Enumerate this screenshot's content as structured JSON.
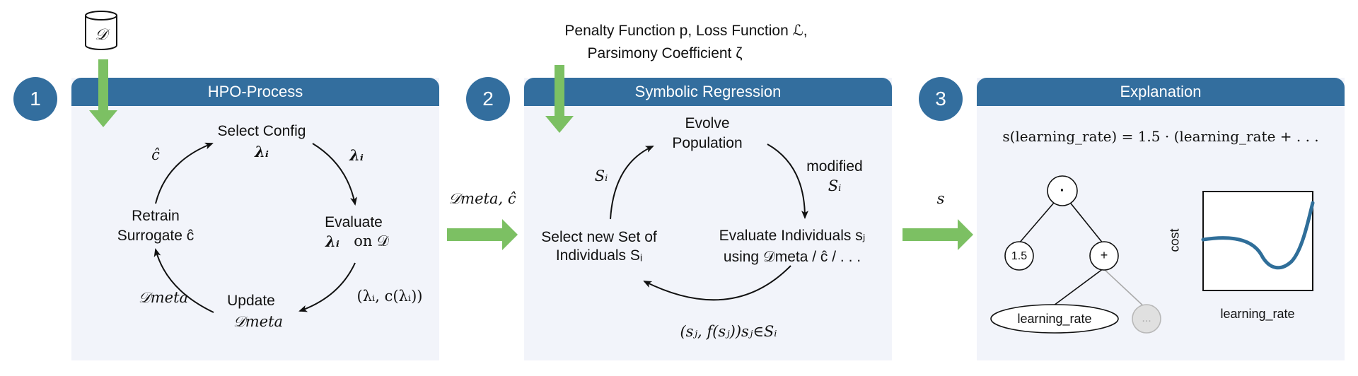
{
  "steps": [
    "1",
    "2",
    "3"
  ],
  "top_inputs": {
    "dataset_symbol": "𝒟",
    "sr_input_line1": "Penalty Function p, Loss Function ℒ,",
    "sr_input_line2": "Parsimony Coefficient ζ"
  },
  "panels": {
    "hpo": {
      "title": "HPO-Process",
      "select_config": "Select Config",
      "select_config_sym": "λᵢ",
      "arrow_lambda": "λᵢ",
      "evaluate": "Evaluate",
      "evaluate_sym": "λᵢ",
      "evaluate_on": "on 𝒟",
      "eval_output": "(λᵢ, c(λᵢ))",
      "update": "Update",
      "update_sym": "𝒟meta",
      "arrow_dmeta": "𝒟meta",
      "retrain": "Retrain",
      "retrain_line2": "Surrogate ĉ",
      "arrow_chat": "ĉ"
    },
    "sr": {
      "title": "Symbolic Regression",
      "evolve": "Evolve",
      "evolve_line2": "Population",
      "modified": "modified",
      "modified_sym": "Sᵢ",
      "evaluate_ind": "Evaluate Individuals sⱼ",
      "evaluate_ind_line2": "using 𝒟meta / ĉ /  . . .",
      "select_new": "Select new Set of",
      "select_new_line2": "Individuals Sᵢ",
      "arrow_si": "Sᵢ",
      "bottom_formula": "(sⱼ, f(sⱼ))sⱼ∈Sᵢ"
    },
    "explanation": {
      "title": "Explanation",
      "formula": "s(learning_rate) = 1.5 · (learning_rate + . . .",
      "tree": {
        "root": "·",
        "left": "1.5",
        "right": "+",
        "leaf_left": "learning_rate",
        "leaf_right": "..."
      },
      "plot_ylabel": "cost",
      "plot_xlabel": "learning_rate"
    }
  },
  "connectors": {
    "between_1_2": "𝒟meta, ĉ",
    "between_2_3": "s"
  },
  "colors": {
    "header_blue": "#336e9e",
    "panel_bg": "#f2f4fa",
    "arrow_green": "#7cc063",
    "curve_blue": "#2f6e99"
  }
}
